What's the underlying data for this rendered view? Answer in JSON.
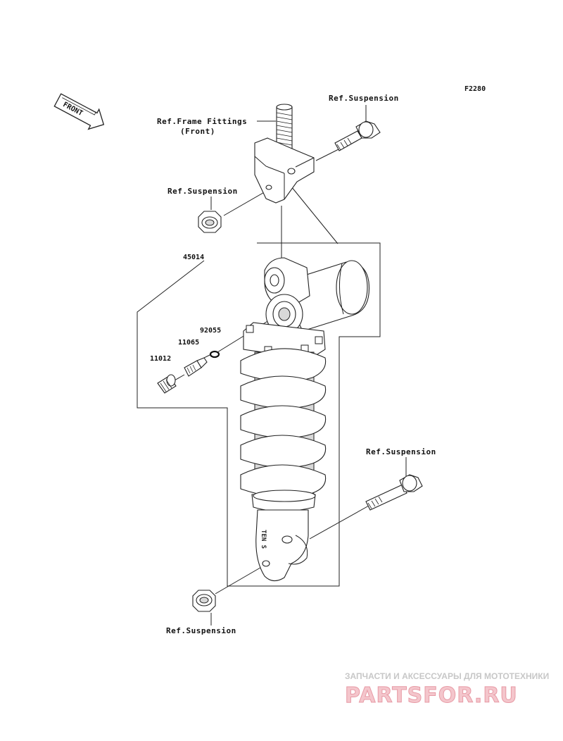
{
  "diagram": {
    "figure_code": "F2280",
    "front_arrow_label": "FRONT",
    "labels": {
      "frame_fittings_line1": "Ref.Frame Fittings",
      "frame_fittings_line2": "(Front)",
      "ref_suspension_top_right": "Ref.Suspension",
      "ref_suspension_top_left": "Ref.Suspension",
      "ref_suspension_mid_right": "Ref.Suspension",
      "ref_suspension_bottom": "Ref.Suspension"
    },
    "part_numbers": {
      "assembly": "45014",
      "o_ring": "92055",
      "valve": "11065",
      "cap": "11012"
    },
    "body_marking": "TEN S"
  },
  "watermark": {
    "caption": "ЗАПЧАСТИ И АКСЕССУАРЫ ДЛЯ МОТОТЕХНИКИ",
    "logo": "PARTSFOR.RU"
  },
  "colors": {
    "line": "#222222",
    "watermark_logo": "#f4c6cc",
    "watermark_text": "#c7c7c7"
  }
}
